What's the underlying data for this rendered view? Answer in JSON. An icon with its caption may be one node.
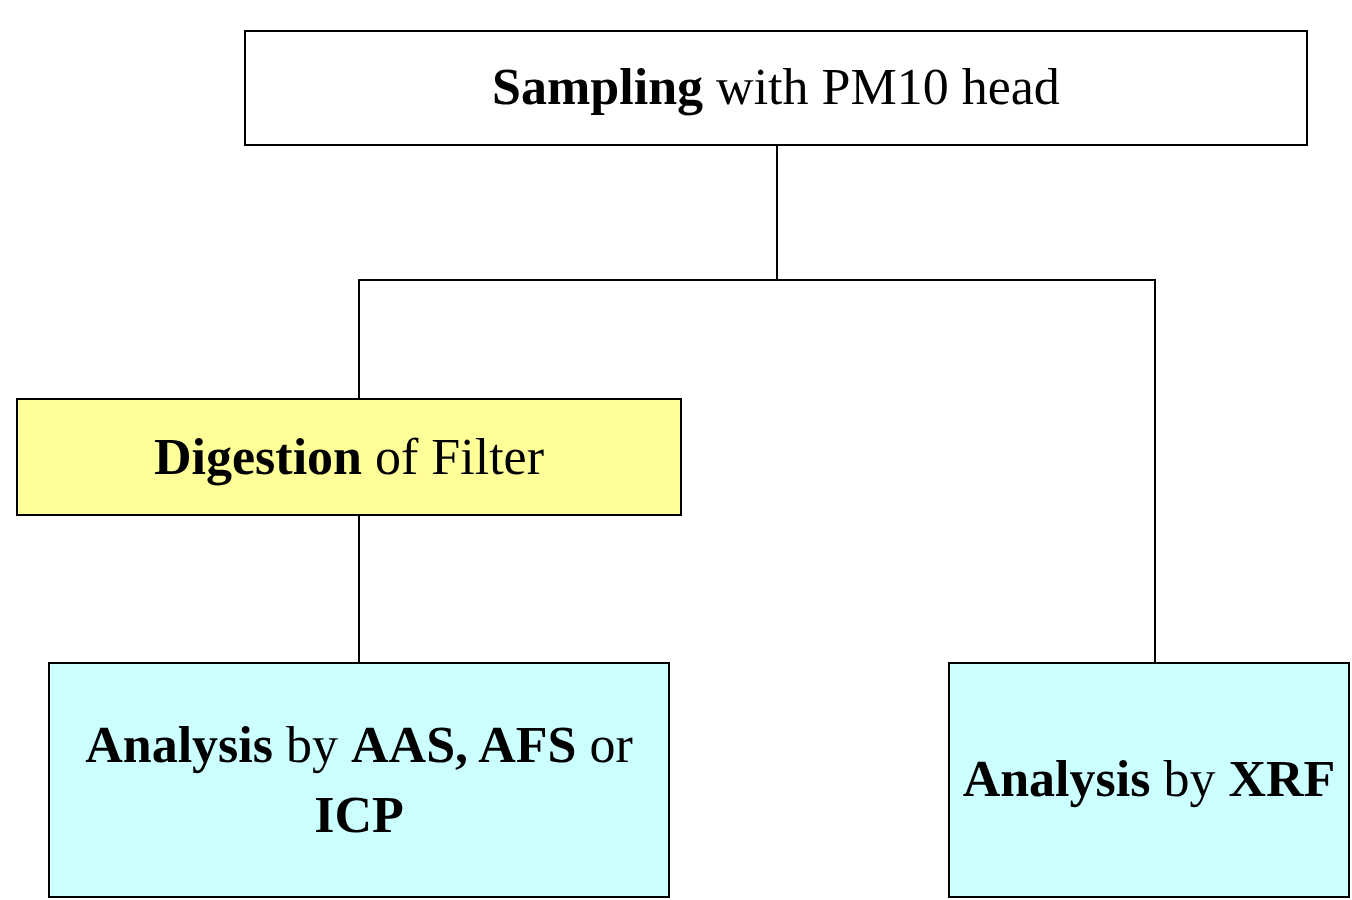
{
  "diagram": {
    "nodes": [
      {
        "text": [
          "**Sampling** with PM10 head"
        ]
      },
      {
        "text": [
          "**Digestion** of Filter"
        ]
      },
      {
        "text": [
          "**Analysis** by **AAS, AFS** or **ICP**"
        ]
      },
      {
        "text": [
          "**Analysis** by **XRF**"
        ]
      }
    ],
    "edges": [
      {
        "from": 0,
        "to": 1,
        "arrow": "none"
      },
      {
        "from": 0,
        "to": 3,
        "arrow": "none"
      },
      {
        "from": 1,
        "to": 2,
        "arrow": "none"
      }
    ]
  }
}
